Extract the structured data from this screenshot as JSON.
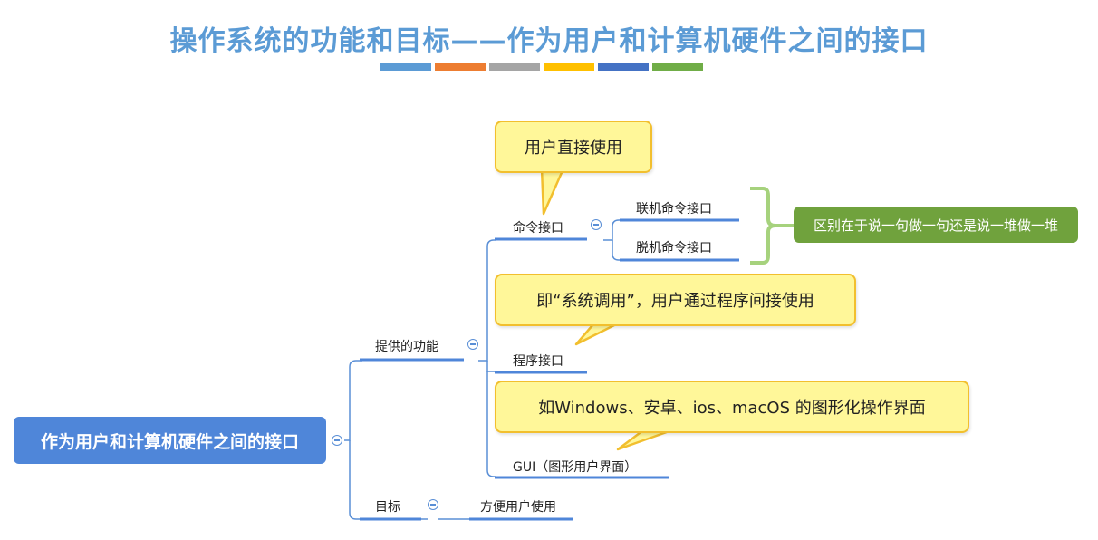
{
  "title": "操作系统的功能和目标——作为用户和计算机硬件之间的接口",
  "color_bars": [
    "#5b9bd5",
    "#ed7d31",
    "#a5a5a5",
    "#ffc000",
    "#4472c4",
    "#70ad47"
  ],
  "root": "作为用户和计算机硬件之间的接口",
  "branches": {
    "functions": "提供的功能",
    "goal": "目标",
    "goal_child": "方便用户使用"
  },
  "functions": {
    "cli": "命令接口",
    "cli_online": "联机命令接口",
    "cli_offline": "脱机命令接口",
    "program": "程序接口",
    "gui": "GUI（图形用户界面）"
  },
  "callouts": {
    "cli": "用户直接使用",
    "program": "即“系统调用”，用户通过程序间接使用",
    "gui": "如Windows、安卓、ios、macOS 的图形化操作界面"
  },
  "note": "区别在于说一句做一句还是说一堆做一堆"
}
